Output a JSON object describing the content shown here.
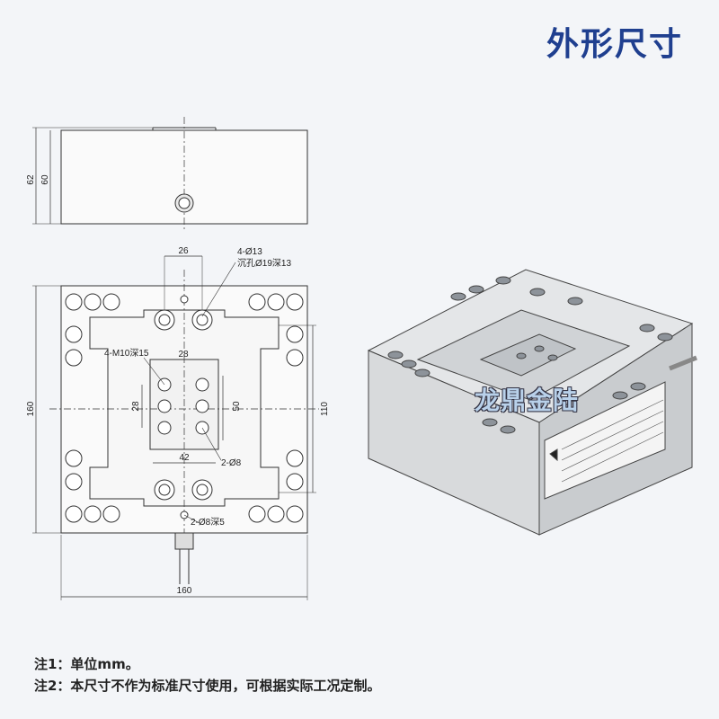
{
  "title": "外形尺寸",
  "notes": {
    "note1": "注1：单位mm。",
    "note2": "注2：本尺寸不作为标准尺寸使用，可根据实际工况定制。"
  },
  "dims": {
    "side_62": "62",
    "side_60": "60",
    "top_26": "26",
    "holes_4_13": "4-Ø13",
    "counterbore": "沉孔Ø19深13",
    "thread_m10": "4-M10深15",
    "w_28_top": "28",
    "h_28_left": "28",
    "h_50": "50",
    "w_42": "42",
    "holes_2_8": "2-Ø8",
    "holes_2_8_deep": "2-Ø8深5",
    "h_160": "160",
    "h_110": "110",
    "w_160": "160"
  },
  "product": {
    "brand_watermark": "龙鼎金陆"
  }
}
